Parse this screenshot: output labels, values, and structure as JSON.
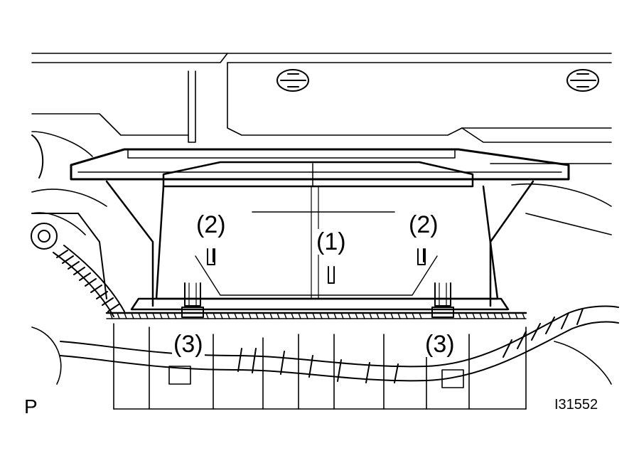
{
  "figure": {
    "view_letter": "P",
    "figure_id": "I31552",
    "callouts": {
      "part_1": "(1)",
      "part_2_left": "(2)",
      "part_2_right": "(2)",
      "part_3_left": "(3)",
      "part_3_right": "(3)"
    },
    "colors": {
      "line": "#000000",
      "background": "#ffffff"
    }
  }
}
